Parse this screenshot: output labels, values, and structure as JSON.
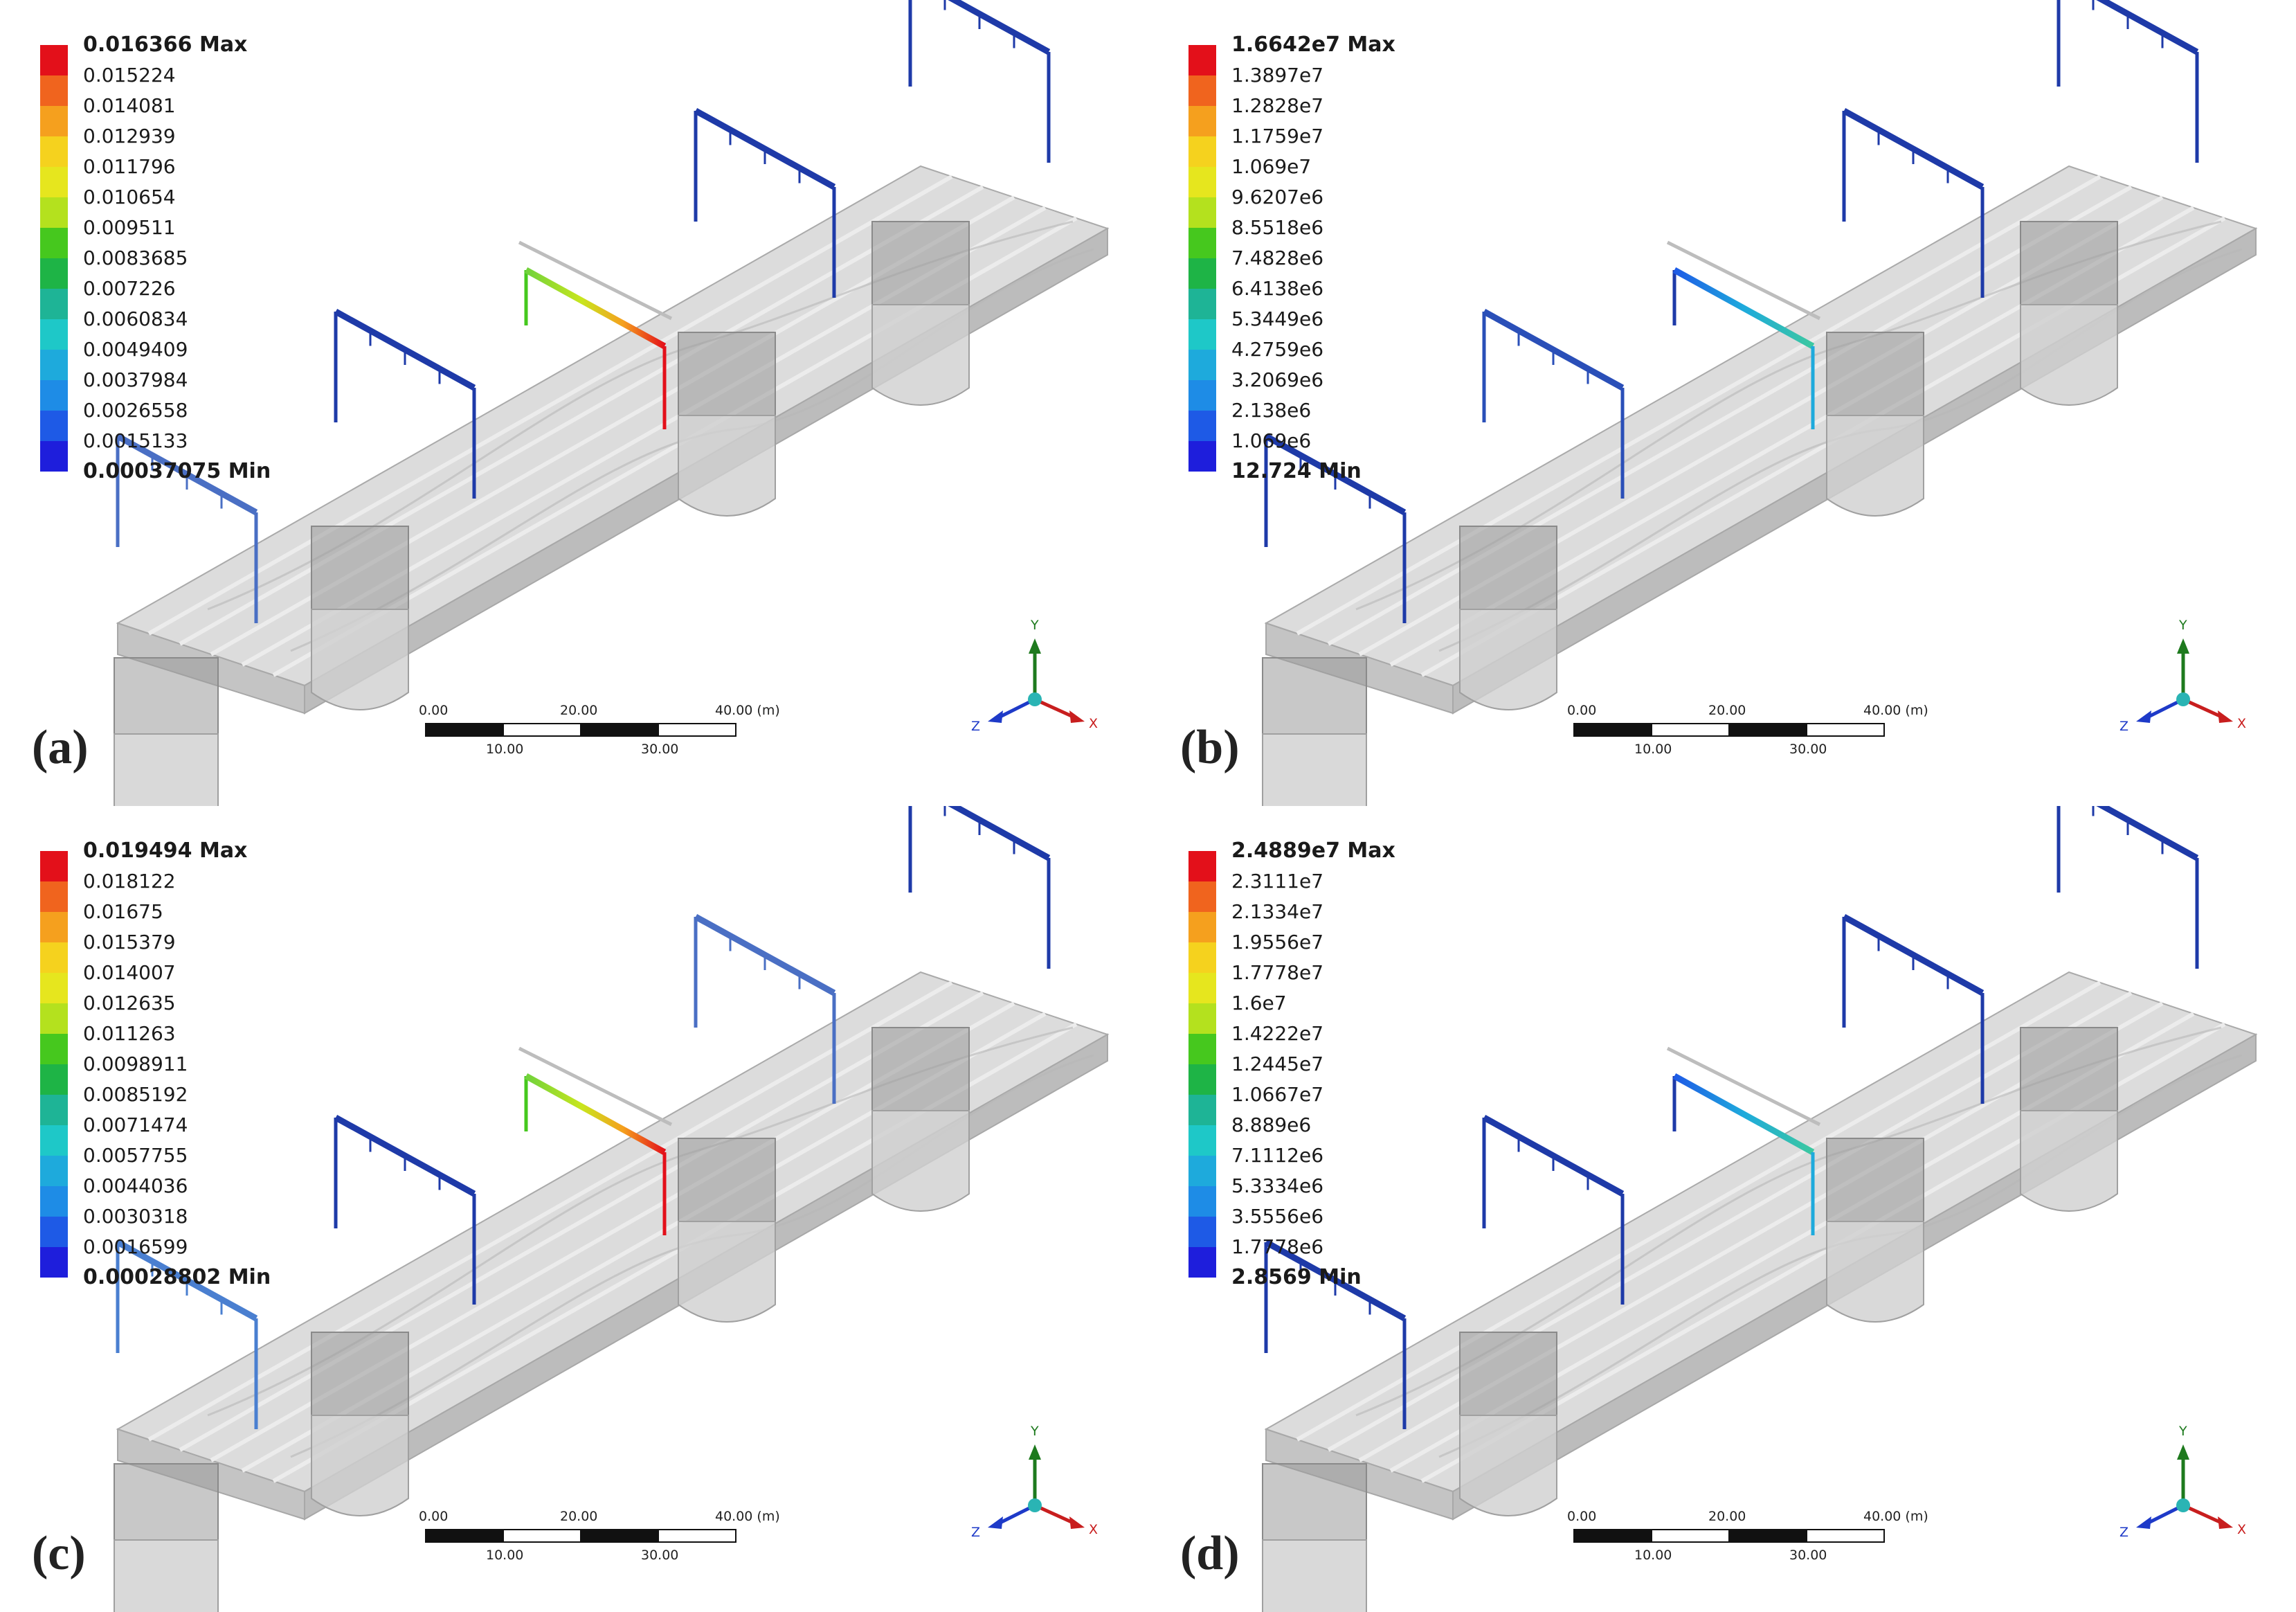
{
  "panels": [
    {
      "tag": "(a)",
      "legend": [
        "0.016366 Max",
        "0.015224",
        "0.014081",
        "0.012939",
        "0.011796",
        "0.010654",
        "0.009511",
        "0.0083685",
        "0.007226",
        "0.0060834",
        "0.0049409",
        "0.0037984",
        "0.0026558",
        "0.0015133",
        "0.00037075 Min"
      ],
      "gantry_colors": [
        "#4a6fc4",
        "#1e3aa8",
        "#9fdc3c",
        "#1e3aa8",
        "#1e3aa8"
      ],
      "hot_gantry": "warm"
    },
    {
      "tag": "(b)",
      "legend": [
        "1.6642e7 Max",
        "1.3897e7",
        "1.2828e7",
        "1.1759e7",
        "1.069e7",
        "9.6207e6",
        "8.5518e6",
        "7.4828e6",
        "6.4138e6",
        "5.3449e6",
        "4.2759e6",
        "3.2069e6",
        "2.138e6",
        "1.069e6",
        "12.724 Min"
      ],
      "gantry_colors": [
        "#1e3aa8",
        "#2a4fb8",
        "#3aa3c8",
        "#1e3aa8",
        "#1e3aa8"
      ],
      "hot_gantry": "cool"
    },
    {
      "tag": "(c)",
      "legend": [
        "0.019494 Max",
        "0.018122",
        "0.01675",
        "0.015379",
        "0.014007",
        "0.012635",
        "0.011263",
        "0.0098911",
        "0.0085192",
        "0.0071474",
        "0.0057755",
        "0.0044036",
        "0.0030318",
        "0.0016599",
        "0.00028802 Min"
      ],
      "gantry_colors": [
        "#4a7fd0",
        "#1e3aa8",
        "#9fdc3c",
        "#4a6fc4",
        "#1e3aa8"
      ],
      "hot_gantry": "warm"
    },
    {
      "tag": "(d)",
      "legend": [
        "2.4889e7 Max",
        "2.3111e7",
        "2.1334e7",
        "1.9556e7",
        "1.7778e7",
        "1.6e7",
        "1.4222e7",
        "1.2445e7",
        "1.0667e7",
        "8.889e6",
        "7.1112e6",
        "5.3334e6",
        "3.5556e6",
        "1.7778e6",
        "2.8569 Min"
      ],
      "gantry_colors": [
        "#1e3aa8",
        "#1e3aa8",
        "#2a5fc0",
        "#1e3aa8",
        "#1e3aa8"
      ],
      "hot_gantry": "cool"
    }
  ],
  "colorbar": [
    "#e3101a",
    "#f0641e",
    "#f5a01e",
    "#f5d21e",
    "#e6e61e",
    "#b4e11e",
    "#46c81e",
    "#1eb446",
    "#1eb496",
    "#1ec8c8",
    "#1eaadc",
    "#1e8ce6",
    "#1e5ae6",
    "#1e1edc"
  ],
  "scale_bar": {
    "top_labels": [
      "0.00",
      "20.00",
      "40.00 (m)"
    ],
    "bottom_labels": [
      "10.00",
      "30.00"
    ]
  },
  "axes": {
    "y": "Y",
    "z": "Z",
    "x": "X"
  },
  "colors": {
    "x_axis": "#c81e1e",
    "y_axis": "#1e7a1e",
    "z_axis": "#1e3ac8",
    "origin": "#2ab4b4"
  }
}
